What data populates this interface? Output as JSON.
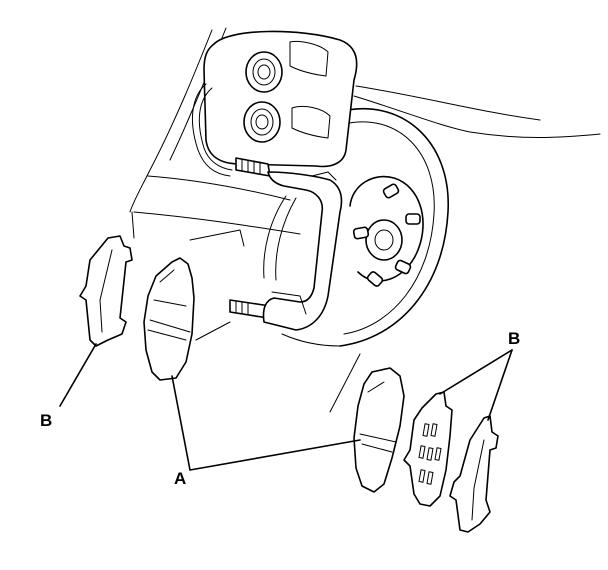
{
  "diagram": {
    "callouts": {
      "a": "A",
      "b_left": "B",
      "b_right": "B"
    },
    "parts": [
      "brake-disc",
      "caliper",
      "caliper-bracket",
      "inner-brake-pad",
      "outer-brake-pad",
      "pad-shim"
    ]
  }
}
